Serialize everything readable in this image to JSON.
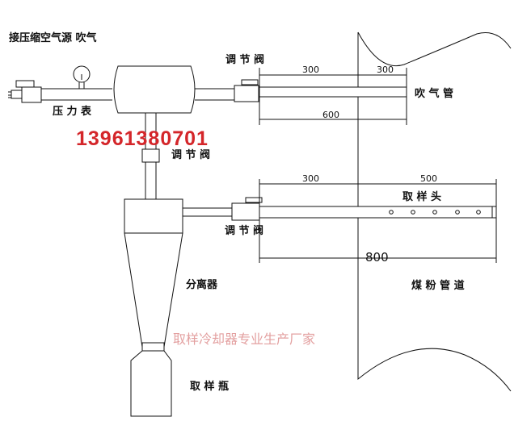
{
  "labels": {
    "air_source": "接压缩空气源 吹气",
    "valve_top": "调 节 阀",
    "pressure_gauge": "压 力 表",
    "blow_pipe": "吹 气 管",
    "valve_mid": "调 节 阀",
    "sampling_head": "取 样 头",
    "valve_low": "调 节 阀",
    "separator": "分离器",
    "coal_pipe": "煤 粉 管 道",
    "sampling_bottle": "取 样 瓶"
  },
  "dimensions": {
    "top_left": "300",
    "top_right": "300",
    "top_total": "600",
    "low_left": "300",
    "low_right": "500",
    "low_total": "800"
  },
  "overlay": {
    "phone": "13961380701",
    "watermark": "取样冷却器专业生产厂家"
  }
}
